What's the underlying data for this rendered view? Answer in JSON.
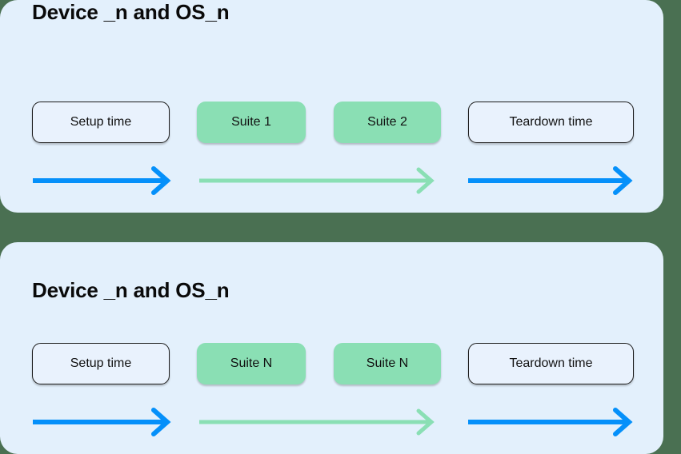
{
  "page": {
    "background_color": "#4a7052",
    "card_background_color": "#e3f0fc",
    "accent_blue": "#0590fa",
    "accent_green": "#8adfb4",
    "pill_border_color": "#1a1a1a",
    "text_color": "#0a0a0a"
  },
  "diagram": {
    "type": "timeline",
    "cards": [
      {
        "title": "Device _n and OS_n",
        "pills": [
          {
            "label": "Setup time",
            "style": "outline",
            "name": "setup-time"
          },
          {
            "label": "Suite 1",
            "style": "filled",
            "name": "suite-1"
          },
          {
            "label": "Suite 2",
            "style": "filled",
            "name": "suite-2"
          },
          {
            "label": "Teardown time",
            "style": "outline",
            "name": "teardown-time"
          }
        ],
        "arrows": [
          {
            "name": "setup-duration-arrow",
            "color": "#0590fa",
            "spans": "Setup time"
          },
          {
            "name": "suites-duration-arrow",
            "color": "#8adfb4",
            "spans": "Suite 1 through Suite 2"
          },
          {
            "name": "teardown-duration-arrow",
            "color": "#0590fa",
            "spans": "Teardown time"
          }
        ]
      },
      {
        "title": "Device _n and OS_n",
        "pills": [
          {
            "label": "Setup time",
            "style": "outline",
            "name": "setup-time"
          },
          {
            "label": "Suite N",
            "style": "filled",
            "name": "suite-n-a"
          },
          {
            "label": "Suite N",
            "style": "filled",
            "name": "suite-n-b"
          },
          {
            "label": "Teardown time",
            "style": "outline",
            "name": "teardown-time"
          }
        ],
        "arrows": [
          {
            "name": "setup-duration-arrow",
            "color": "#0590fa",
            "spans": "Setup time"
          },
          {
            "name": "suites-duration-arrow",
            "color": "#8adfb4",
            "spans": "Suite N through Suite N"
          },
          {
            "name": "teardown-duration-arrow",
            "color": "#0590fa",
            "spans": "Teardown time"
          }
        ]
      }
    ]
  }
}
